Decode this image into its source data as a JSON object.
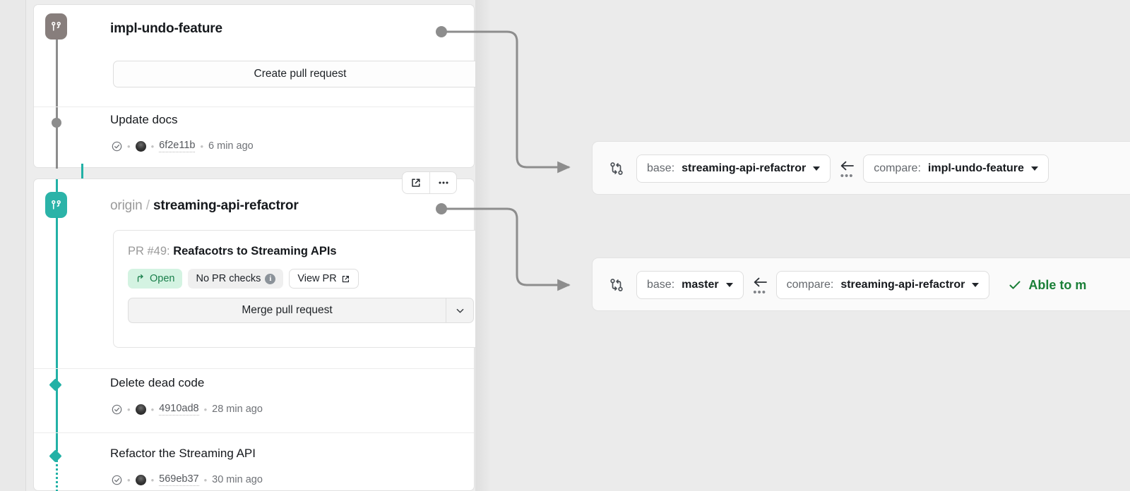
{
  "branches": [
    {
      "badge_icon": "git-branch-icon",
      "badge_color": "#877e7c",
      "remote": "",
      "separator": "",
      "name": "impl-undo-feature",
      "primary_action": "Create pull request",
      "commits": [
        {
          "title": "Update docs",
          "status_icon": "check-circle-icon",
          "sha": "6f2e11b",
          "time": "6 min ago"
        }
      ]
    },
    {
      "badge_icon": "git-branch-icon",
      "badge_color": "#2bb3a8",
      "remote": "origin",
      "separator": "/",
      "name": "streaming-api-refactror",
      "pull_request": {
        "number_label": "PR #49:",
        "title": "Reafacotrs to Streaming APIs",
        "state_label": "Open",
        "state_icon": "pull-request-open-icon",
        "checks_label": "No PR checks",
        "checks_info_icon": "info-icon",
        "view_label": "View PR",
        "view_icon": "external-link-icon",
        "merge_label": "Merge pull request",
        "merge_caret_icon": "chevron-down-icon"
      },
      "row_actions": [
        {
          "icon": "external-link-icon",
          "name": "open-external"
        },
        {
          "icon": "kebab-menu-icon",
          "name": "more-options"
        }
      ],
      "commits": [
        {
          "title": "Delete dead code",
          "status_icon": "check-circle-icon",
          "sha": "4910ad8",
          "time": "28 min ago"
        },
        {
          "title": "Refactor the Streaming API",
          "status_icon": "check-circle-icon",
          "sha": "569eb37",
          "time": "30 min ago"
        }
      ]
    }
  ],
  "compare_bars": [
    {
      "compare_icon": "git-compare-icon",
      "base_prefix": "base:",
      "base_value": "streaming-api-refactror",
      "swap_icon": "arrow-left-icon",
      "swap_dots": "•••",
      "compare_prefix": "compare:",
      "compare_value": "impl-undo-feature",
      "status": "",
      "status_icon": ""
    },
    {
      "compare_icon": "git-compare-icon",
      "base_prefix": "base:",
      "base_value": "master",
      "swap_icon": "arrow-left-icon",
      "swap_dots": "•••",
      "compare_prefix": "compare:",
      "compare_value": "streaming-api-refactror",
      "status": "Able to m",
      "status_icon": "check-icon"
    }
  ],
  "colors": {
    "teal": "#22b1a6",
    "grey_branch": "#877e7c",
    "success_green": "#1a7f37",
    "open_green": "#1a7f4b"
  },
  "separators": {
    "dot": "•"
  }
}
